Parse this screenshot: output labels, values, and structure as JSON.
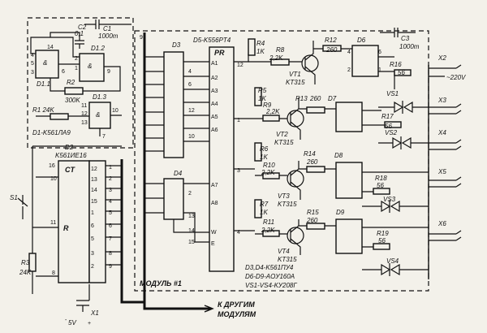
{
  "logic": {
    "d1_1": "D1.1",
    "d1_2": "D1.2",
    "d1_3": "D1.3",
    "d1_type": "D1-K561ЛА9",
    "r1": "R1 24K",
    "r2": "R2",
    "r2_val": "300K",
    "c1": "C1",
    "c1_val": "1000m",
    "c2": "C2",
    "c2_val": "0,1",
    "amp": "&"
  },
  "counter": {
    "name": "D2",
    "type": "K561ИЕ16",
    "ct": "CT",
    "r": "R",
    "s1": "S1",
    "r3": "R3",
    "r3_val": "24K",
    "x1": "X1",
    "supply": "5V"
  },
  "module": {
    "d3": "D3",
    "d4": "D4",
    "d5": "D5-K556PT4",
    "pr": "PR",
    "addr": [
      "A1",
      "A2",
      "A3",
      "A4",
      "A5",
      "A6",
      "A7",
      "A8"
    ],
    "w": "W",
    "e": "E",
    "title": "МОДУЛЬ #1",
    "notes": [
      "D3,D4-K561ПУ4",
      "D6-D9-AOУ160A",
      "VS1-VS4-KУ208Г"
    ],
    "c3": "C3",
    "c3_val": "1000m"
  },
  "channels": [
    {
      "rin": "R4",
      "rin_val": "1K",
      "rb": "R8",
      "rb_val": "2,2K",
      "vt": "VT1",
      "vt_type": "KT315",
      "rc": "R12",
      "rc_val": "260",
      "opto": "D6",
      "rg": "R16",
      "rg_val": "56",
      "vs": "VS1",
      "x": "X3"
    },
    {
      "rin": "R5",
      "rin_val": "1K",
      "rb": "R9",
      "rb_val": "2,2K",
      "vt": "VT2",
      "vt_type": "KT315",
      "rc": "R13",
      "rc_val": "260",
      "opto": "D7",
      "rg": "R17",
      "rg_val": "56",
      "vs": "VS2",
      "x": "X4"
    },
    {
      "rin": "R6",
      "rin_val": "1K",
      "rb": "R10",
      "rb_val": "2,2K",
      "vt": "VT3",
      "vt_type": "KT315",
      "rc": "R14",
      "rc_val": "260",
      "opto": "D8",
      "rg": "R18",
      "rg_val": "56",
      "vs": "VS3",
      "x": "X5"
    },
    {
      "rin": "R7",
      "rin_val": "1K",
      "rb": "R11",
      "rb_val": "2,2K",
      "vt": "VT4",
      "vt_type": "KT315",
      "rc": "R15",
      "rc_val": "260",
      "opto": "D9",
      "rg": "R19",
      "rg_val": "56",
      "vs": "VS4",
      "x": "X6"
    }
  ],
  "mains": {
    "x2": "X2",
    "voltage": "~220V"
  },
  "footer": {
    "line1": "К ДРУГИМ",
    "line2": "МОДУЛЯМ"
  }
}
